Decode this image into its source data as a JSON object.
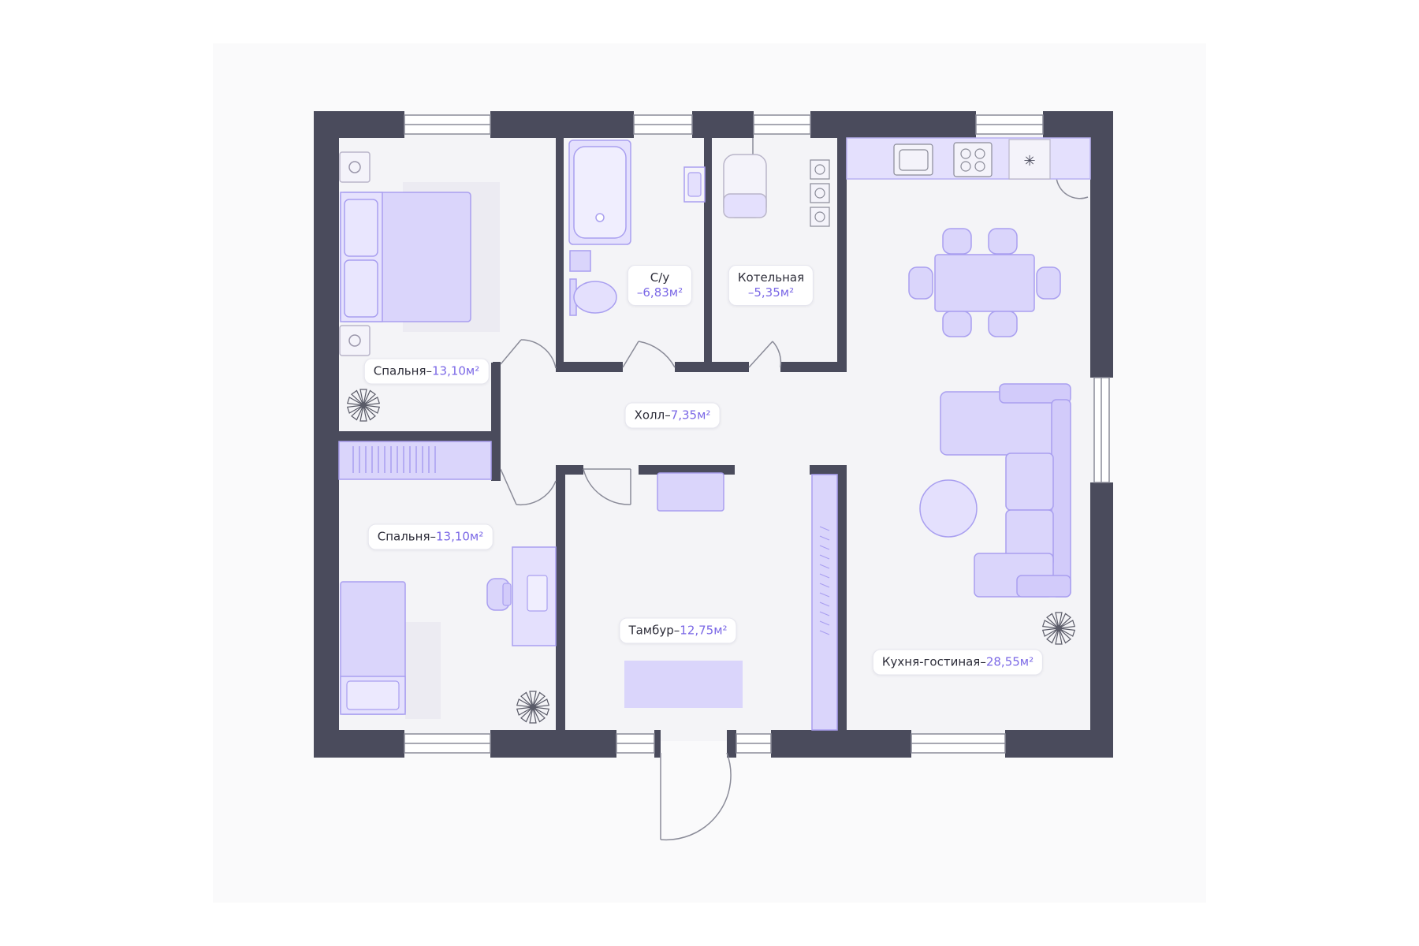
{
  "plan": {
    "colors": {
      "wall": "#4a4b5c",
      "floor": "#f4f4f7",
      "furniture": "#dad5fb",
      "furniture_dark": "#c9c0f7",
      "furniture_stroke": "#a99ff0",
      "appliance": "#f4f3fa",
      "accent_text": "#7b68e6",
      "text": "#2e2e3a"
    },
    "rooms": [
      {
        "id": "bedroom-1",
        "name": "Спальня",
        "separator": "–",
        "area": "13,10м²"
      },
      {
        "id": "bathroom",
        "name": "С/у",
        "separator": "–",
        "area": "6,83м²"
      },
      {
        "id": "boiler",
        "name": "Котельная",
        "separator": "–",
        "area": "5,35м²"
      },
      {
        "id": "hall",
        "name": "Холл",
        "separator": "–",
        "area": "7,35м²"
      },
      {
        "id": "bedroom-2",
        "name": "Спальня",
        "separator": "–",
        "area": "13,10м²"
      },
      {
        "id": "vestibule",
        "name": "Тамбур",
        "separator": "–",
        "area": "12,75м²"
      },
      {
        "id": "kitchen-living",
        "name": "Кухня-гостиная",
        "separator": "–",
        "area": "28,55м²"
      }
    ],
    "icons": [
      "plant-icon",
      "plant-icon",
      "plant-icon",
      "sink-icon",
      "stove-icon",
      "fridge-icon",
      "boiler-icon",
      "toilet-icon",
      "bathtub-icon"
    ]
  }
}
